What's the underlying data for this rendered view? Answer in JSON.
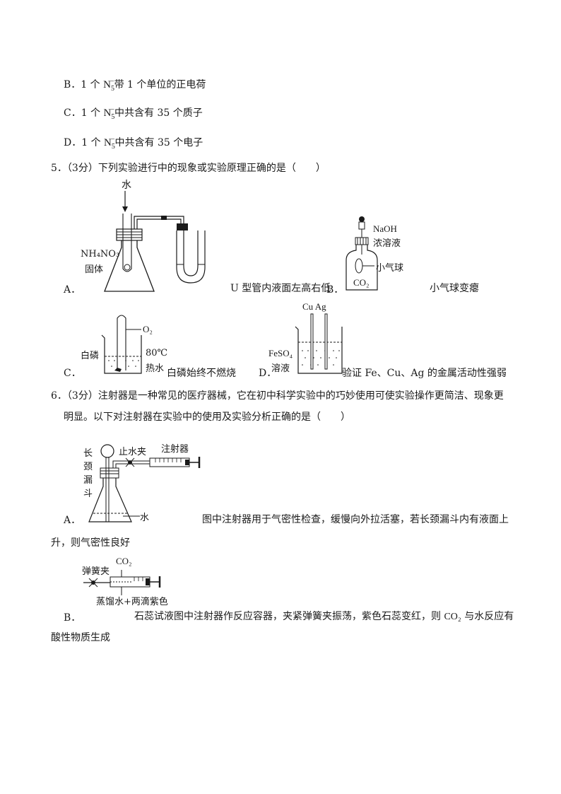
{
  "options_prev": [
    {
      "letter": "B．1 个 ",
      "ion_base": "N",
      "ion_sub": "5",
      "ion_sup": "−",
      "rest": "带 1 个单位的正电荷"
    },
    {
      "letter": "C．1 个 ",
      "ion_base": "N",
      "ion_sub": "5",
      "ion_sup": "−",
      "rest": "中共含有 35 个质子"
    },
    {
      "letter": "D．1 个 ",
      "ion_base": "N",
      "ion_sub": "5",
      "ion_sup": "−",
      "rest": "中共含有 35 个电子"
    }
  ],
  "q5": {
    "stem": "5．（3分）下列实验进行中的现象或实验原理正确的是（　　）",
    "A": {
      "letter": "A．",
      "water": "水",
      "reagent_line1": "NH₄NO₃",
      "reagent_line2": "固体",
      "caption": "U 型管内液面左高右低"
    },
    "B": {
      "letter": "B．",
      "naoh": "NaOH",
      "conc": "浓溶液",
      "balloon": "小气球",
      "co2": "CO₂",
      "caption": "小气球变瘪"
    },
    "C": {
      "letter": "C．",
      "o2": "O₂",
      "phosphorus": "白磷",
      "temp": "80℃",
      "hot_water": "热水",
      "caption": "白磷始终不燃烧"
    },
    "D": {
      "letter": "D．",
      "metals": "Cu  Ag",
      "feso4": "FeSO₄",
      "solution": "溶液",
      "caption": "验证 Fe、Cu、Ag 的金属活动性强弱"
    }
  },
  "q6": {
    "stem_line1": "6．（3分）注射器是一种常见的医疗器械，它在初中科学实验中的巧妙使用可使实验操作更简洁、现象更",
    "stem_line2": "明显。以下对注射器在实验中的使用及实验分析正确的是（　　）",
    "A": {
      "letter": "A．",
      "funnel": [
        "长",
        "颈",
        "漏",
        "斗"
      ],
      "clamp": "止水夹",
      "syringe": "注射器",
      "water": "水",
      "caption_line1": "图中注射器用于气密性检查，缓慢向外拉活塞，若长颈漏斗内有液面上",
      "caption_line2": "升，则气密性良好"
    },
    "B": {
      "letter": "B．",
      "spring_clip": "弹簧夹",
      "co2": "CO₂",
      "liquid_line1": "蒸馏水+两滴紫色",
      "liquid_line2": "石蕊试液",
      "caption_part1": "图中注射器作反应容器，夹紧弹簧夹振荡，紫色石蕊变红，则 ",
      "caption_co2": "CO₂",
      "caption_part2": " 与水反应有",
      "caption_line2": "酸性物质生成"
    }
  }
}
